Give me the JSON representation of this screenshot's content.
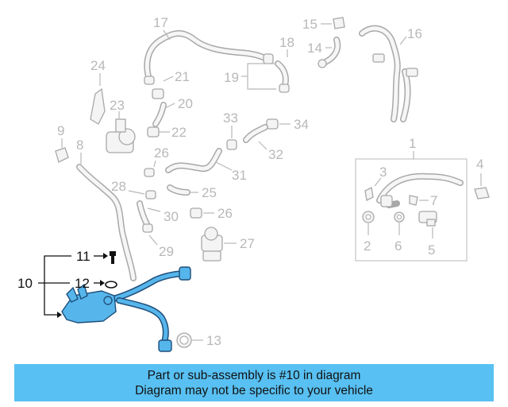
{
  "callouts": {
    "n1": "1",
    "n2": "2",
    "n3": "3",
    "n4": "4",
    "n5": "5",
    "n6": "6",
    "n7": "7",
    "n8": "8",
    "n9": "9",
    "n10": "10",
    "n11": "11",
    "n12": "12",
    "n13": "13",
    "n14": "14",
    "n15": "15",
    "n16": "16",
    "n17": "17",
    "n18": "18",
    "n19": "19",
    "n20": "20",
    "n21": "21",
    "n22": "22",
    "n23": "23",
    "n24": "24",
    "n25": "25",
    "n26a": "26",
    "n26b": "26",
    "n27": "27",
    "n28": "28",
    "n29": "29",
    "n30": "30",
    "n31": "31",
    "n32": "32",
    "n33": "33",
    "n34": "34"
  },
  "highlight": {
    "part_number": "10",
    "color": "#56b6ec",
    "outline_color": "#1f4f7a"
  },
  "banner": {
    "line1": "Part or sub-assembly is #10 in diagram",
    "line2": "Diagram may not be specific to your vehicle",
    "color": "#58c0f2"
  }
}
